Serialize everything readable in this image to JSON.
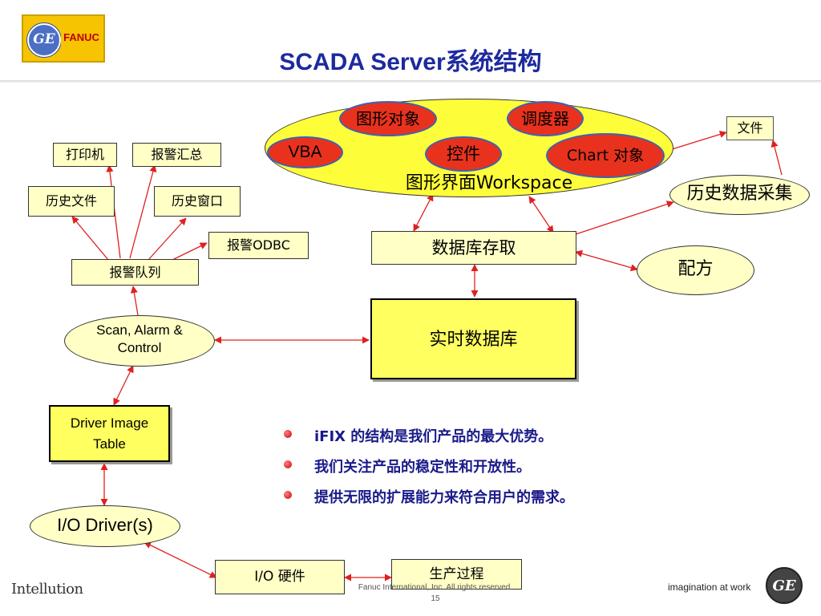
{
  "header": {
    "title": "SCADA Server系统结构",
    "logo_text": "FANUC",
    "logo_mark": "GE"
  },
  "diagram": {
    "workspace": {
      "label": "图形界面Workspace",
      "tuxing": "图形对象",
      "diaoduqi": "调度器",
      "vba": "VBA",
      "kongjian": "控件",
      "chart": "Chart 对象"
    },
    "wenjian": "文件",
    "lishi_caiji": "历史数据采集",
    "shujuku_cunqu": "数据库存取",
    "peifang": "配方",
    "shishi_shujuku": "实时数据库",
    "dayinji": "打印机",
    "baojing_huizong": "报警汇总",
    "lishi_wenjian": "历史文件",
    "lishi_chuangkou": "历史窗口",
    "baojing_odbc": "报警ODBC",
    "baojing_duilie": "报警队列",
    "scan_alarm": "Scan, Alarm & Control",
    "driver_table": "Driver Image Table",
    "io_driver": "I/O Driver(s)",
    "io_yingjian": "I/O 硬件",
    "shengchan": "生产过程"
  },
  "bullets": [
    "iFIX 的结构是我们产品的最大优势。",
    "我们关注产品的稳定性和开放性。",
    "提供无限的扩展能力来符合用户的需求。"
  ],
  "footer": {
    "brand": "Intellution",
    "copyright": "Fanuc International, Inc. All rights reserved.",
    "page": "15",
    "tagline": "imagination at work",
    "ge": "GE"
  },
  "colors": {
    "title": "#1d2a9e",
    "arrow": "#e02020",
    "box_fill": "#ffffc6",
    "workspace_fill": "#fdfd3a",
    "object_red": "#e8321e"
  }
}
